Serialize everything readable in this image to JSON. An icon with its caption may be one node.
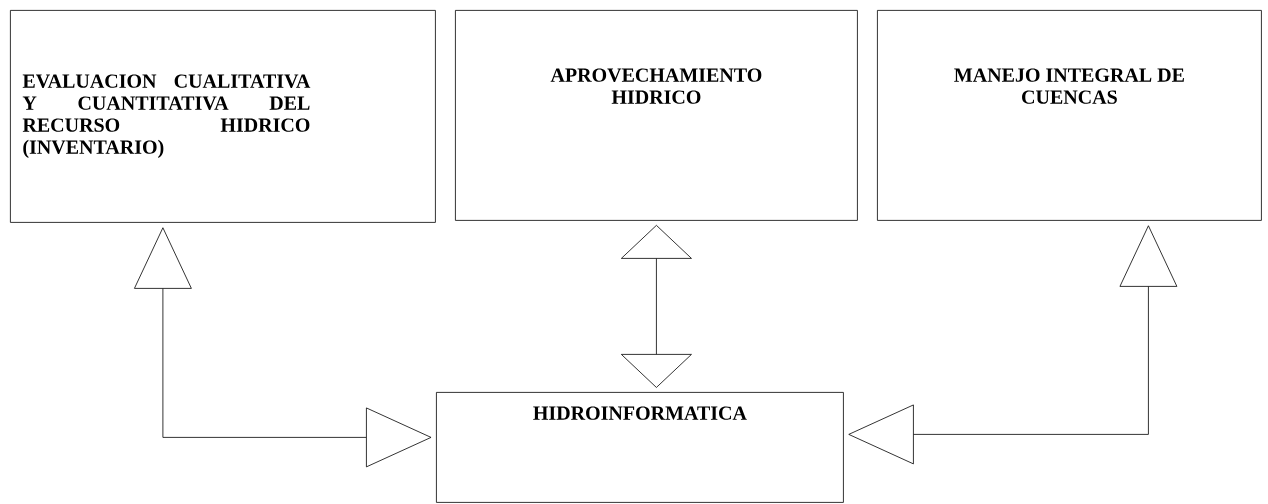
{
  "diagram": {
    "nodes": [
      {
        "text": [
          "EVALUACION CUALITATIVA Y CUANTITATIVA DEL RECURSO HIDRICO (INVENTARIO)"
        ]
      },
      {
        "text": [
          "APROVECHAMIENTO HIDRICO"
        ]
      },
      {
        "text": [
          "MANEJO INTEGRAL DE CUENCAS"
        ]
      },
      {
        "text": [
          "HIDROINFORMATICA"
        ]
      }
    ],
    "edges": [
      {
        "from": 3,
        "to": 0,
        "arrow": "both"
      },
      {
        "from": 1,
        "to": 3,
        "arrow": "both"
      },
      {
        "from": 3,
        "to": 2,
        "arrow": "both"
      }
    ]
  }
}
